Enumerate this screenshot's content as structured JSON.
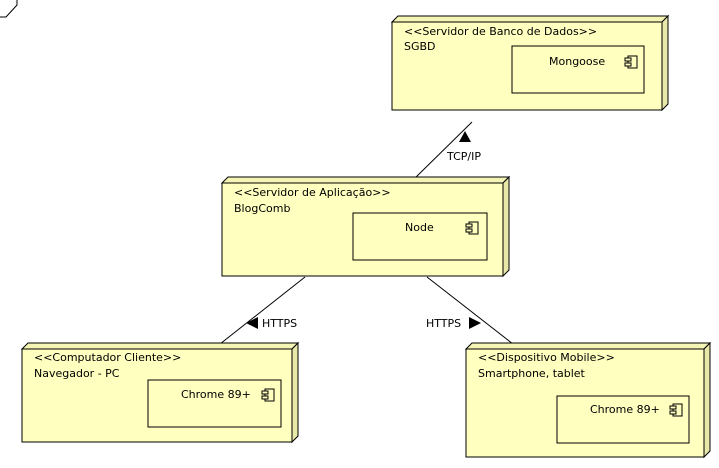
{
  "nodes": {
    "db_server": {
      "stereotype": "<<Servidor de Banco de Dados>>",
      "name": "SGBD",
      "component": "Mongoose"
    },
    "app_server": {
      "stereotype": "<<Servidor de Aplicação>>",
      "name": "BlogComb",
      "component": "Node"
    },
    "client_pc": {
      "stereotype": "<<Computador Cliente>>",
      "name": "Navegador - PC",
      "component": "Chrome 89+"
    },
    "mobile": {
      "stereotype": "<<Dispositivo Mobile>>",
      "name": "Smartphone, tablet",
      "component": "Chrome 89+"
    }
  },
  "connections": {
    "app_db": {
      "label": "TCP/IP",
      "arrow": "up"
    },
    "app_pc": {
      "label": "HTTPS",
      "arrow": "left"
    },
    "app_mobile": {
      "label": "HTTPS",
      "arrow": "right"
    }
  },
  "colors": {
    "node_fill": "#ffffc0",
    "node_side": "#e8e8a8",
    "node_top": "#f4f4b4",
    "component_fill": "#ffffc0",
    "line": "#000000"
  },
  "icons": {
    "component": "uml-component-icon",
    "arrow": "triangle-arrow-icon"
  }
}
